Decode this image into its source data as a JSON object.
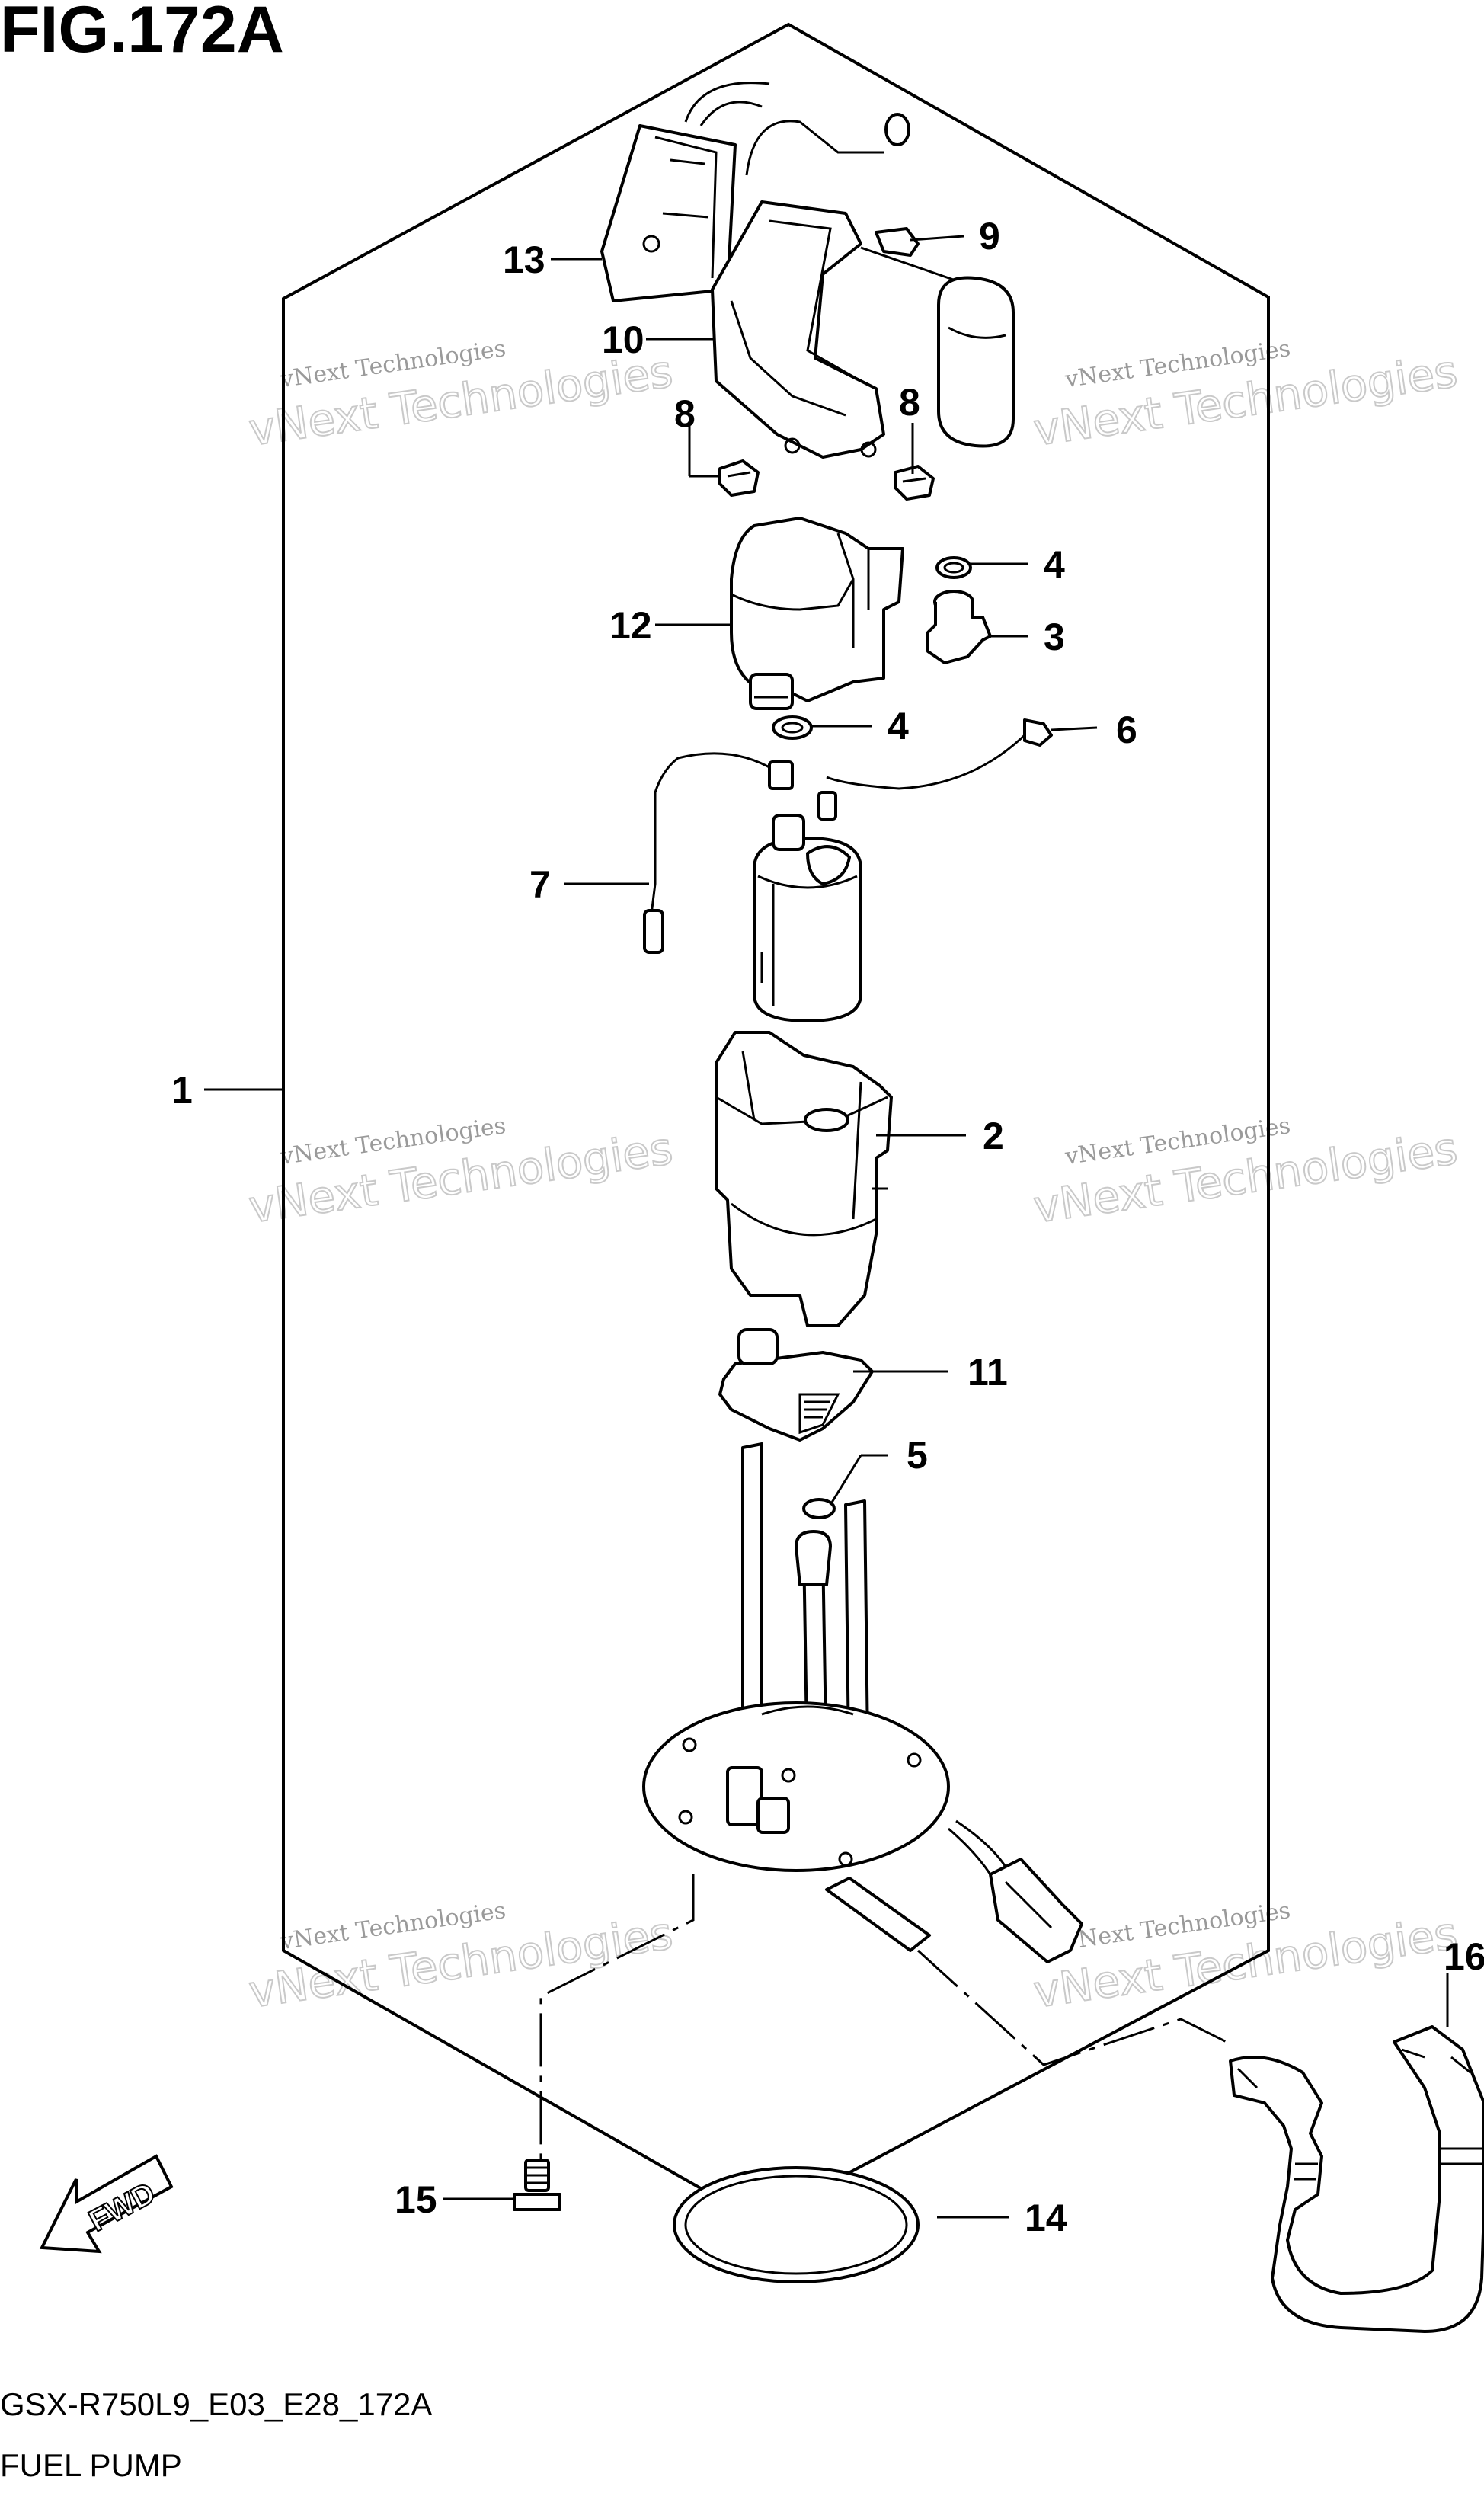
{
  "header": {
    "figure_title": "FIG.172A"
  },
  "footer": {
    "model_code": "GSX-R750L9_E03_E28_172A",
    "section_name": "FUEL PUMP"
  },
  "direction_marker": {
    "label": "FWD",
    "icon": "fwd-arrow-icon"
  },
  "watermark": {
    "line1": "vNext Technologies",
    "line2": "vNext Technologies"
  },
  "callouts": [
    "1",
    "2",
    "3",
    "4",
    "4",
    "5",
    "6",
    "7",
    "8",
    "8",
    "9",
    "10",
    "11",
    "12",
    "13",
    "14",
    "15",
    "16"
  ]
}
